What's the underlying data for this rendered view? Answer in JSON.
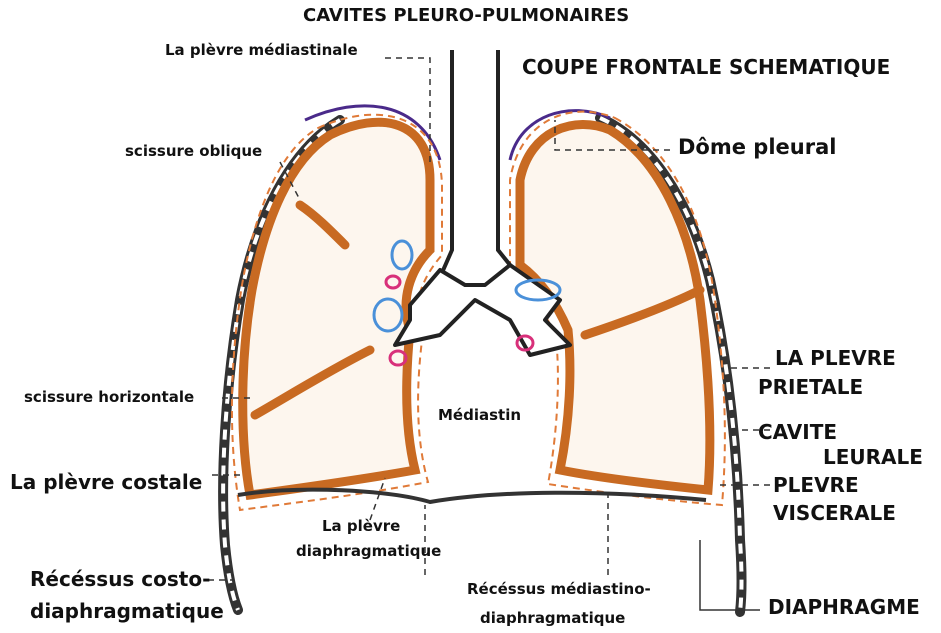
{
  "title": "CAVITES PLEURO-PULMONAIRES",
  "subtitle": "COUPE FRONTALE SCHEMATIQUE",
  "labels": {
    "plevre_mediastinale": "La plèvre médiastinale",
    "dome_pleural": "Dôme pleural",
    "scissure_oblique": "scissure oblique",
    "scissure_horizontale": "scissure horizontale",
    "plevre_costale": "La plèvre costale",
    "recessus_costo_1": "Récéssus costo-",
    "recessus_costo_2": "diaphragmatique",
    "plevre_diaphragmatique_1": "La plèvre",
    "plevre_diaphragmatique_2": "diaphragmatique",
    "mediastin": "Médiastin",
    "recessus_mediastino_1": "Récéssus médiastino-",
    "recessus_mediastino_2": "diaphragmatique",
    "plevre_parietale_1": "LA PLEVRE",
    "plevre_parietale_2": "PRIETALE",
    "cavite_pleurale_1": "CAVITE",
    "cavite_pleurale_2": "LEURALE",
    "plevre_viscerale_1": "PLEVRE",
    "plevre_viscerale_2": "VISCERALE",
    "diaphragme": "DIAPHRAGME"
  },
  "colors": {
    "lung_fill": "#fdf6ee",
    "lung_outline": "#c86a22",
    "parietal_dashed": "#e07a38",
    "chest_wall": "#333333",
    "apex_line": "#4a2a8a",
    "vessel_blue": "#4a90d9",
    "vessel_pink": "#d8307a",
    "leader_line": "#333333"
  }
}
